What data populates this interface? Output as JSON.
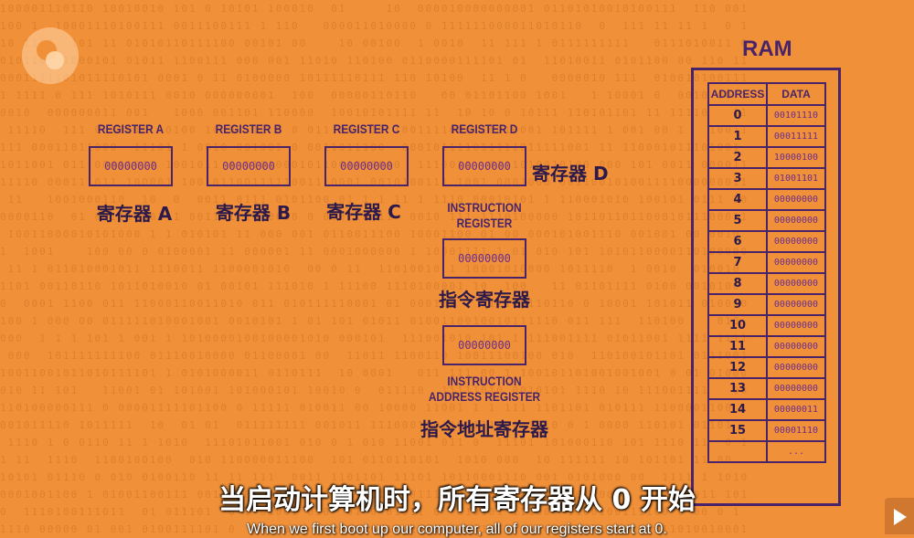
{
  "registers": [
    {
      "name": "REGISTER A",
      "value": "00000000",
      "cn": "寄存器 A"
    },
    {
      "name": "REGISTER B",
      "value": "00000000",
      "cn": "寄存器 B"
    },
    {
      "name": "REGISTER C",
      "value": "00000000",
      "cn": "寄存器 C"
    },
    {
      "name": "REGISTER D",
      "value": "00000000",
      "cn": "寄存器 D"
    }
  ],
  "instruction_register": {
    "name_line1": "INSTRUCTION",
    "name_line2": "REGISTER",
    "value": "00000000",
    "cn": "指令寄存器"
  },
  "instruction_address_register": {
    "name_line1": "INSTRUCTION",
    "name_line2": "ADDRESS REGISTER",
    "value": "00000000",
    "cn": "指令地址寄存器"
  },
  "ram": {
    "title": "RAM",
    "headers": [
      "ADDRESS",
      "DATA"
    ],
    "rows": [
      {
        "addr": "0",
        "data": "00101110"
      },
      {
        "addr": "1",
        "data": "00011111"
      },
      {
        "addr": "2",
        "data": "10000100"
      },
      {
        "addr": "3",
        "data": "01001101"
      },
      {
        "addr": "4",
        "data": "00000000"
      },
      {
        "addr": "5",
        "data": "00000000"
      },
      {
        "addr": "6",
        "data": "00000000"
      },
      {
        "addr": "7",
        "data": "00000000"
      },
      {
        "addr": "8",
        "data": "00000000"
      },
      {
        "addr": "9",
        "data": "00000000"
      },
      {
        "addr": "10",
        "data": "00000000"
      },
      {
        "addr": "11",
        "data": "00000000"
      },
      {
        "addr": "12",
        "data": "00000000"
      },
      {
        "addr": "13",
        "data": "00000000"
      },
      {
        "addr": "14",
        "data": "00000011"
      },
      {
        "addr": "15",
        "data": "00001110"
      },
      {
        "addr": "",
        "data": "..."
      }
    ]
  },
  "subtitles": {
    "cn": "当启动计算机时，所有寄存器从 0 开始",
    "en": "When we first boot up our computer, all of our registers start at 0."
  }
}
